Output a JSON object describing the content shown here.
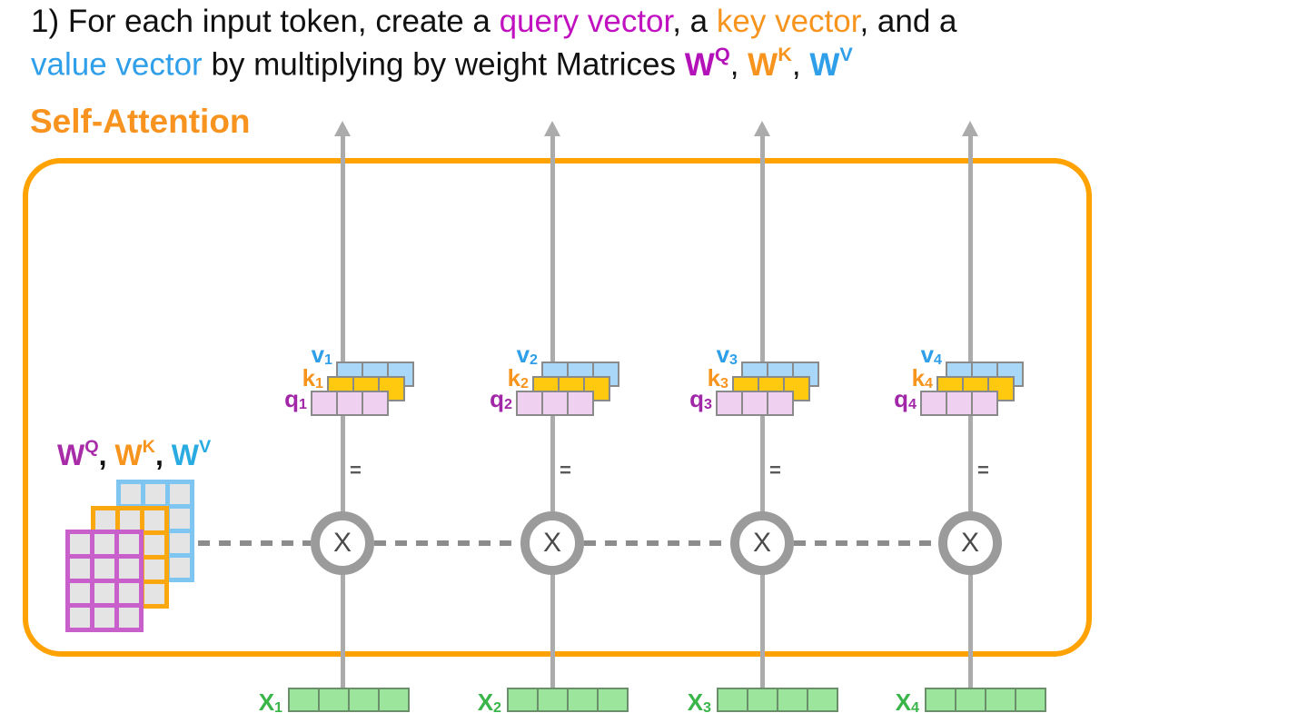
{
  "title": {
    "line1_segments": [
      {
        "text": "1) For each input token, create a "
      },
      {
        "text": "query vector",
        "color": "#c010c0"
      },
      {
        "text": ", a "
      },
      {
        "text": "key vector",
        "color": "#f7941e"
      },
      {
        "text": ", and a"
      }
    ],
    "line2_segments": [
      {
        "text": "value vector",
        "color": "#2e9fe8"
      },
      {
        "text": " by multiplying by weight Matrices "
      },
      {
        "text": "W",
        "sup": "Q",
        "color": "#b412b9",
        "bold": true
      },
      {
        "text": ", "
      },
      {
        "text": "W",
        "sup": "K",
        "color": "#f7941e",
        "bold": true
      },
      {
        "text": ", "
      },
      {
        "text": "W",
        "sup": "V",
        "color": "#2e9fe8",
        "bold": true
      }
    ]
  },
  "diagram": {
    "box_label": "Self-Attention",
    "weights_label_segments": [
      {
        "text": "W",
        "sup": "Q",
        "color": "#a82ba8",
        "bold": true
      },
      {
        "text": ", "
      },
      {
        "text": "W",
        "sup": "K",
        "color": "#f7941e",
        "bold": true
      },
      {
        "text": ", "
      },
      {
        "text": "W",
        "sup": "V",
        "color": "#29abe2",
        "bold": true
      }
    ],
    "operator": "X",
    "equals_sign": "=",
    "groups": [
      {
        "v": {
          "base": "v",
          "sub": "1"
        },
        "k": {
          "base": "k",
          "sub": "1"
        },
        "q": {
          "base": "q",
          "sub": "1"
        }
      },
      {
        "v": {
          "base": "v",
          "sub": "2"
        },
        "k": {
          "base": "k",
          "sub": "2"
        },
        "q": {
          "base": "q",
          "sub": "2"
        }
      },
      {
        "v": {
          "base": "v",
          "sub": "3"
        },
        "k": {
          "base": "k",
          "sub": "3"
        },
        "q": {
          "base": "q",
          "sub": "3"
        }
      },
      {
        "v": {
          "base": "v",
          "sub": "4"
        },
        "k": {
          "base": "k",
          "sub": "4"
        },
        "q": {
          "base": "q",
          "sub": "4"
        }
      }
    ],
    "inputs": [
      {
        "base": "X",
        "sub": "1"
      },
      {
        "base": "X",
        "sub": "2"
      },
      {
        "base": "X",
        "sub": "3"
      },
      {
        "base": "X",
        "sub": "4"
      }
    ],
    "colors": {
      "query_text": "#c010c0",
      "key_text": "#f7941e",
      "value_text": "#2e9fe8",
      "input_text": "#3ab54a",
      "box_border": "#ffa202",
      "arrow": "#ababab",
      "dash": "#8c8c8c",
      "q_cell": "#efd0f0",
      "k_cell": "#ffc90f",
      "v_cell": "#a8d7f8",
      "x_cell": "#9ce59c",
      "matrix_cell": "#e4e4e4"
    }
  }
}
